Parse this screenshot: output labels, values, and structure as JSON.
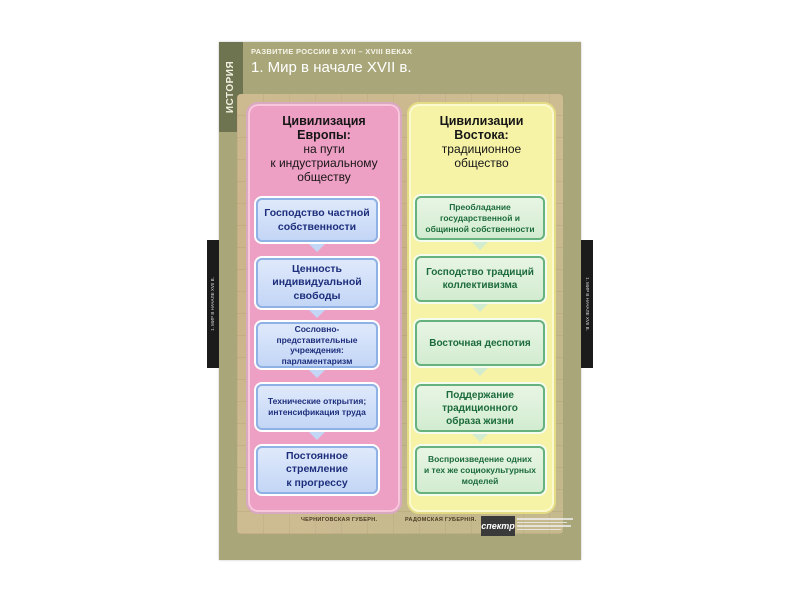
{
  "side_label": "ИСТОРИЯ",
  "header": {
    "subtitle": "РАЗВИТИЕ РОССИИ В XVII –  XVIII ВЕКАХ",
    "title": "1. Мир в начале XVII в."
  },
  "side_tabs": {
    "left": "1. МИР В НАЧАЛЕ XVII В.",
    "right": "1. МИР В НАЧАЛЕ XVII В."
  },
  "map_labels": {
    "bottom_left": "ЧЕРНИГОВСКАЯ ГУБЕРН.",
    "bottom_right": "РАДОМСКАЯ ГУБЕРНІЯ."
  },
  "europe": {
    "title_line1": "Цивилизация",
    "title_line2": "Европы:",
    "subtitle_line1": "на пути",
    "subtitle_line2": "к индустриальному",
    "subtitle_line3": "обществу",
    "items": [
      {
        "line1": "Господство частной",
        "line2": "собственности"
      },
      {
        "line1": "Ценность",
        "line2": "индивидуальной",
        "line3": "свободы"
      },
      {
        "line1": "Сословно-",
        "line2": "представительные",
        "line3": "учреждения:",
        "line4": "парламентаризм"
      },
      {
        "line1": "Технические открытия;",
        "line2": "интенсификация труда"
      },
      {
        "line1": "Постоянное",
        "line2": "стремление",
        "line3": "к прогрессу"
      }
    ]
  },
  "east": {
    "title_line1": "Цивилизации",
    "title_line2": "Востока:",
    "subtitle_line1": "традиционное",
    "subtitle_line2": "общество",
    "items": [
      {
        "line1": "Преобладание",
        "line2": "государственной и",
        "line3": "общинной собственности"
      },
      {
        "line1": "Господство традиций",
        "line2": "коллективизма"
      },
      {
        "line1": "Восточная деспотия"
      },
      {
        "line1": "Поддержание",
        "line2": "традиционного",
        "line3": "образа жизни"
      },
      {
        "line1": "Воспроизведение одних",
        "line2": "и тех же социокультурных",
        "line3": "моделей"
      }
    ]
  },
  "logo": "спектр",
  "colors": {
    "poster_bg": "#a9a77a",
    "europe_column": "#ee9fc4",
    "east_column": "#f7f3a6",
    "europe_box_text": "#1d2e7c",
    "east_box_text": "#1c6b3c"
  }
}
